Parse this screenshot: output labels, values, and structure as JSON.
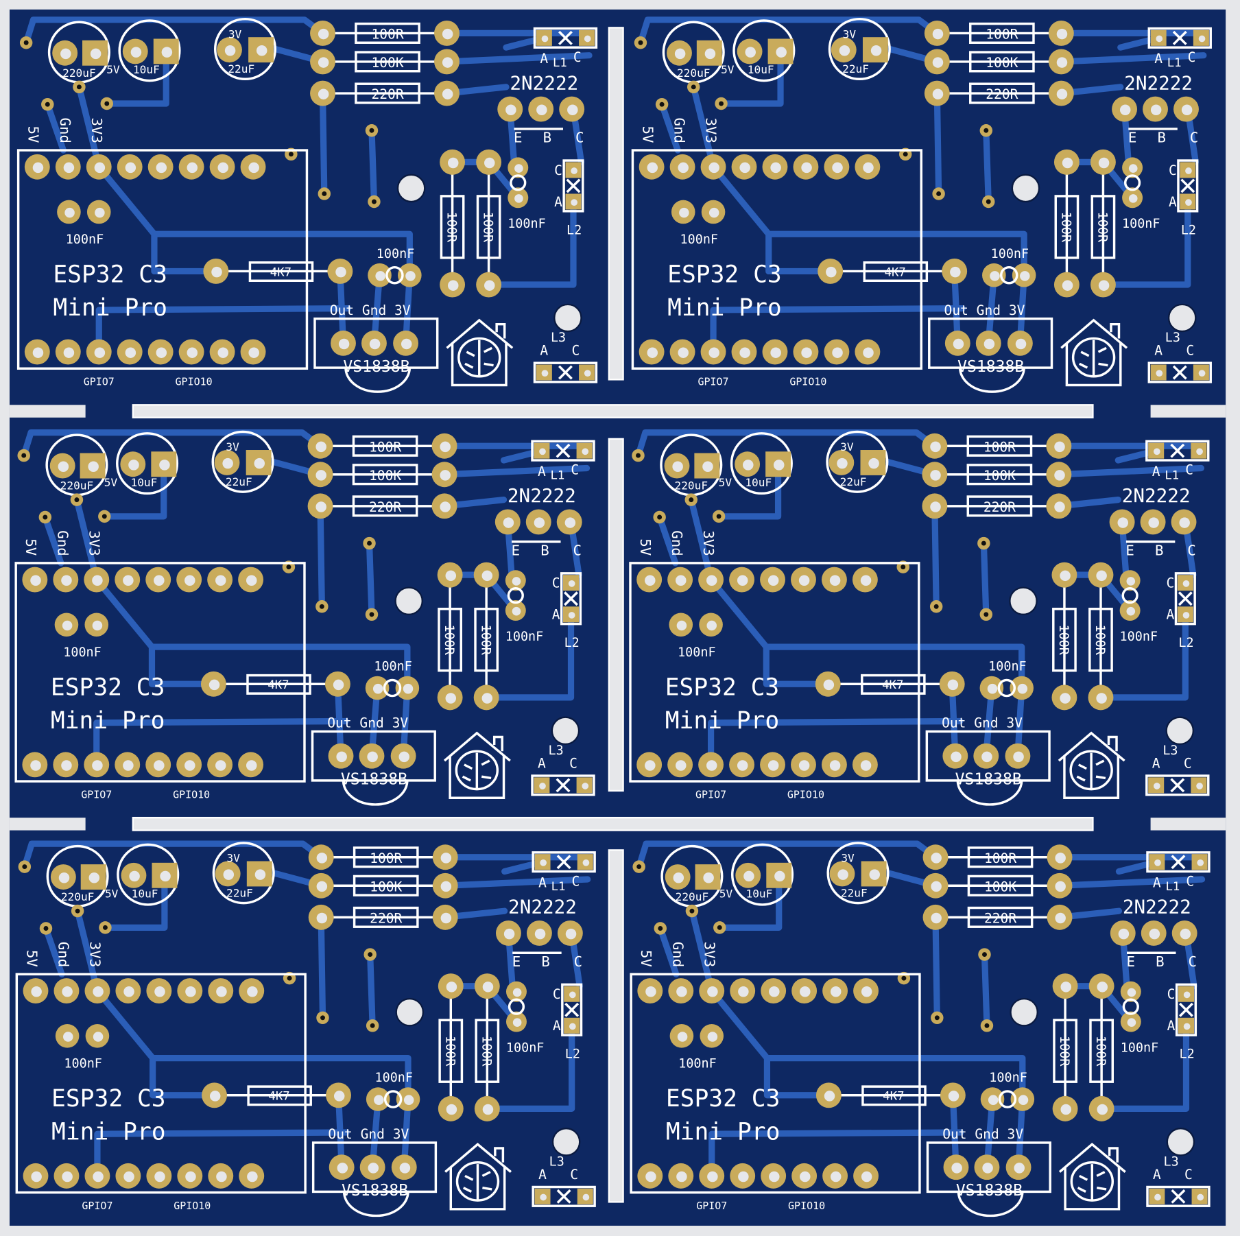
{
  "board": {
    "colors": {
      "substrate": "#0e2862",
      "trace": "#2b5eb8",
      "pad": "#c9ab5b",
      "silk": "#ffffff",
      "background": "#e6e7ea"
    },
    "panel_count": 6,
    "labels": {
      "cap1": "220uF",
      "cap1_v": "5V",
      "cap2": "10uF",
      "cap3": "22uF",
      "cap3_v": "3V",
      "r1": "100R",
      "r2": "100K",
      "r3": "220R",
      "l1": "L1",
      "l2": "L2",
      "l3": "L3",
      "anode": "A",
      "cathode": "C",
      "transistor": "2N2222",
      "emitter": "E",
      "base": "B",
      "collector": "C",
      "r_v1": "100R",
      "r_v2": "100R",
      "cap_right": "100nF",
      "pin_5v": "5V",
      "pin_gnd": "Gnd",
      "pin_3v3": "3V3",
      "module_line1": "ESP32 C3",
      "module_line2": "Mini Pro",
      "module_cap": "100nF",
      "gpio7": "GPIO7",
      "gpio10": "GPIO10",
      "r_4k7": "4K7",
      "ir_cap": "100nF",
      "ir_pins": "Out Gnd 3V",
      "ir_sensor": "VS1838B"
    }
  }
}
